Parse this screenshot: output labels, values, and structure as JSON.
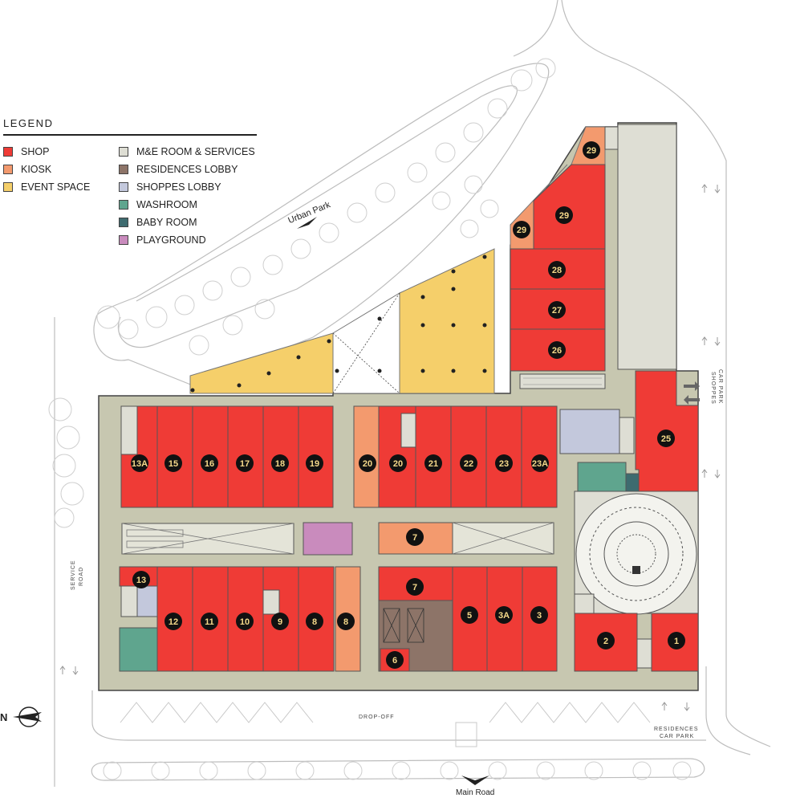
{
  "legend": {
    "title": "LEGEND",
    "items": [
      {
        "label": "SHOP",
        "color": "#ef3b36"
      },
      {
        "label": "KIOSK",
        "color": "#f39a6e"
      },
      {
        "label": "EVENT SPACE",
        "color": "#f5cf6a"
      },
      {
        "label": "M&E ROOM & SERVICES",
        "color": "#deded4"
      },
      {
        "label": "RESIDENCES LOBBY",
        "color": "#8d7468"
      },
      {
        "label": "SHOPPES LOBBY",
        "color": "#c3c8dc"
      },
      {
        "label": "WASHROOM",
        "color": "#5fa58e"
      },
      {
        "label": "BABY ROOM",
        "color": "#3e6b6f"
      },
      {
        "label": "PLAYGROUND",
        "color": "#c98bbd"
      }
    ]
  },
  "labels": {
    "urban_park": "Urban Park",
    "service_road": "SERVICE",
    "service_road_2": "ROAD",
    "shoppes_car_park": "SHOPPES",
    "shoppes_car_park_2": "CAR PARK",
    "residences_car_park": "RESIDENCES",
    "residences_car_park_2": "CAR PARK",
    "drop_off": "DROP-OFF",
    "main_road": "Main Road",
    "north": "N"
  },
  "units": {
    "u29a": "29",
    "u29b": "29",
    "u29c": "29",
    "u28": "28",
    "u27": "27",
    "u26": "26",
    "u25": "25",
    "u13A": "13A",
    "u15": "15",
    "u16": "16",
    "u17": "17",
    "u18": "18",
    "u19": "19",
    "u20k": "20",
    "u20": "20",
    "u21": "21",
    "u22": "22",
    "u23": "23",
    "u23A": "23A",
    "u7k": "7",
    "u7": "7",
    "u13": "13",
    "u12": "12",
    "u11": "11",
    "u10": "10",
    "u9": "9",
    "u8": "8",
    "u8k": "8",
    "u6": "6",
    "u5": "5",
    "u3A": "3A",
    "u3": "3",
    "u2": "2",
    "u1": "1"
  }
}
